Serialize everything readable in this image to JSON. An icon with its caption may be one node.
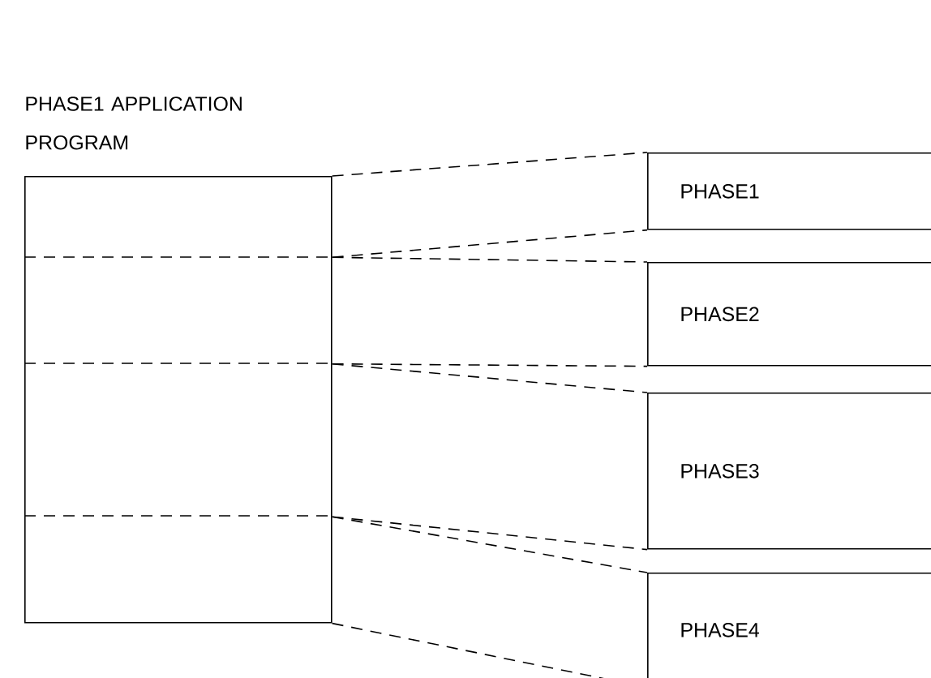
{
  "diagram": {
    "nodes": [
      {
        "text": [
          "PHASE1 APPLICATION PROGRAM"
        ]
      },
      {
        "text": [
          "PHASE1"
        ]
      },
      {
        "text": [
          "PHASE2"
        ]
      },
      {
        "text": [
          "PHASE3"
        ]
      },
      {
        "text": [
          "PHASE4"
        ]
      }
    ],
    "edges": [
      {
        "from": 0,
        "to": 1,
        "arrow": "none",
        "style": "dashed"
      },
      {
        "from": 0,
        "to": 1,
        "arrow": "none",
        "style": "dashed"
      },
      {
        "from": 0,
        "to": 2,
        "arrow": "none",
        "style": "dashed"
      },
      {
        "from": 0,
        "to": 2,
        "arrow": "none",
        "style": "dashed"
      },
      {
        "from": 0,
        "to": 3,
        "arrow": "none",
        "style": "dashed"
      },
      {
        "from": 0,
        "to": 3,
        "arrow": "none",
        "style": "dashed"
      },
      {
        "from": 0,
        "to": 4,
        "arrow": "none",
        "style": "dashed"
      },
      {
        "from": 0,
        "to": 4,
        "arrow": "none",
        "style": "dashed"
      }
    ]
  }
}
